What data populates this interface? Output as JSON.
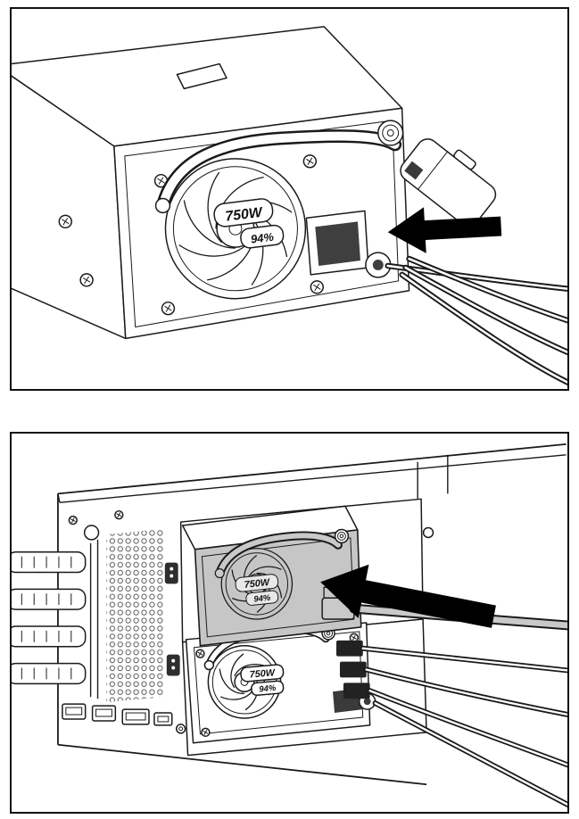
{
  "figure1": {
    "psu_label": {
      "wattage": "750W",
      "efficiency": "94%"
    }
  },
  "figure2": {
    "psu_top_label": {
      "wattage": "750W",
      "efficiency": "94%"
    },
    "psu_bottom_label": {
      "wattage": "750W",
      "efficiency": "94%"
    }
  },
  "colors": {
    "line": "#1a1a1a",
    "arrow_fill": "#000000",
    "psu_highlight_fill": "#c6c6c6",
    "cable_highlight_fill": "#c9c9c9",
    "background": "#ffffff"
  }
}
